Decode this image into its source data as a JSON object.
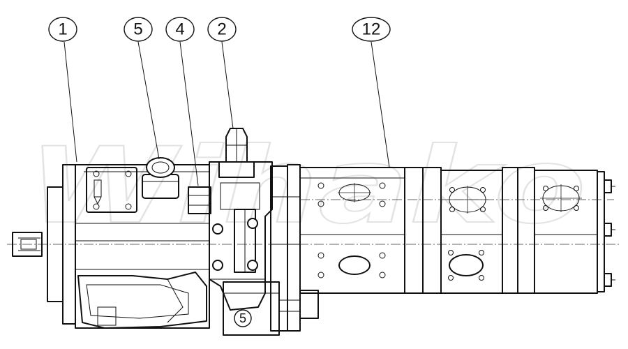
{
  "watermark": "Wihako",
  "callouts": [
    {
      "id": "1",
      "label": "1"
    },
    {
      "id": "5",
      "label": "5"
    },
    {
      "id": "4",
      "label": "4"
    },
    {
      "id": "2",
      "label": "2"
    },
    {
      "id": "12",
      "label": "12"
    }
  ],
  "inline_label": "5",
  "colors": {
    "line": "#111111",
    "background": "#ffffff",
    "watermark": "#e3e3e3"
  }
}
